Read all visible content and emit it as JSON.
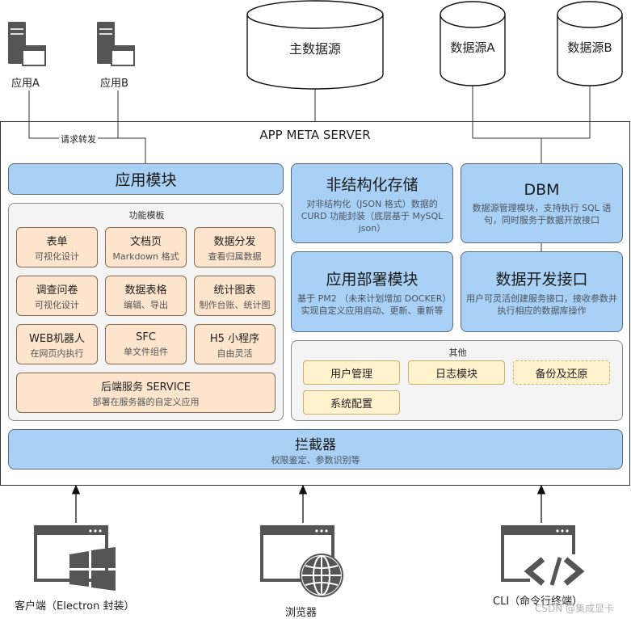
{
  "apps": [
    {
      "label": "应用A"
    },
    {
      "label": "应用B"
    }
  ],
  "forward_label": "请求转发",
  "datasources": {
    "main": "主数据源",
    "a": "数据源A",
    "b": "数据源B"
  },
  "server": {
    "title": "APP META SERVER"
  },
  "app_module": {
    "title": "应用模块"
  },
  "func_templates": {
    "title": "功能模板",
    "items": [
      {
        "title": "表单",
        "desc": "可视化设计"
      },
      {
        "title": "文档页",
        "desc": "Markdown 格式"
      },
      {
        "title": "数据分发",
        "desc": "查看归属数据"
      },
      {
        "title": "调查问卷",
        "desc": "可视化设计"
      },
      {
        "title": "数据表格",
        "desc": "编辑、导出"
      },
      {
        "title": "统计图表",
        "desc": "制作台账、统计图"
      },
      {
        "title": "WEB机器人",
        "desc": "在网页内执行"
      },
      {
        "title": "SFC",
        "desc": "单文件组件"
      },
      {
        "title": "H5 小程序",
        "desc": "自由灵活"
      }
    ],
    "backend": {
      "title": "后端服务 SERVICE",
      "desc": "部署在服务器的自定义应用"
    }
  },
  "unstructured": {
    "title": "非结构化存储",
    "desc": "对非结构化（JSON 格式）数据的 CURD 功能封装（底层基于 MySQL json）"
  },
  "dbm": {
    "title": "DBM",
    "desc": "数据源管理模块，支持执行 SQL 语句，同时服务于数据开放接口"
  },
  "deploy": {
    "title": "应用部署模块",
    "desc": "基于 PM2 （未来计划增加 DOCKER）实现自定义应用启动、更新、重新等"
  },
  "open_api": {
    "title": "数据开发接口",
    "desc": "用户可灵活创建服务接口，接收参数并执行相应的数据库操作"
  },
  "others": {
    "title": "其他",
    "items": [
      "用户管理",
      "日志模块",
      "备份及还原",
      "系统配置"
    ]
  },
  "interceptor": {
    "title": "拦截器",
    "desc": "权限鉴定、参数识别等"
  },
  "clients": [
    {
      "label": "客户端（Electron 封装）",
      "icon": "windows-app-icon"
    },
    {
      "label": "浏览器",
      "icon": "browser-globe-icon"
    },
    {
      "label": "CLI（命令行终端）",
      "icon": "terminal-code-icon"
    }
  ],
  "watermark": "CSDN @集成显卡",
  "colors": {
    "blue": "#a9d0f5",
    "peach": "#fde4cc",
    "yellow": "#fff2cc",
    "grey": "#f4f4f4"
  }
}
